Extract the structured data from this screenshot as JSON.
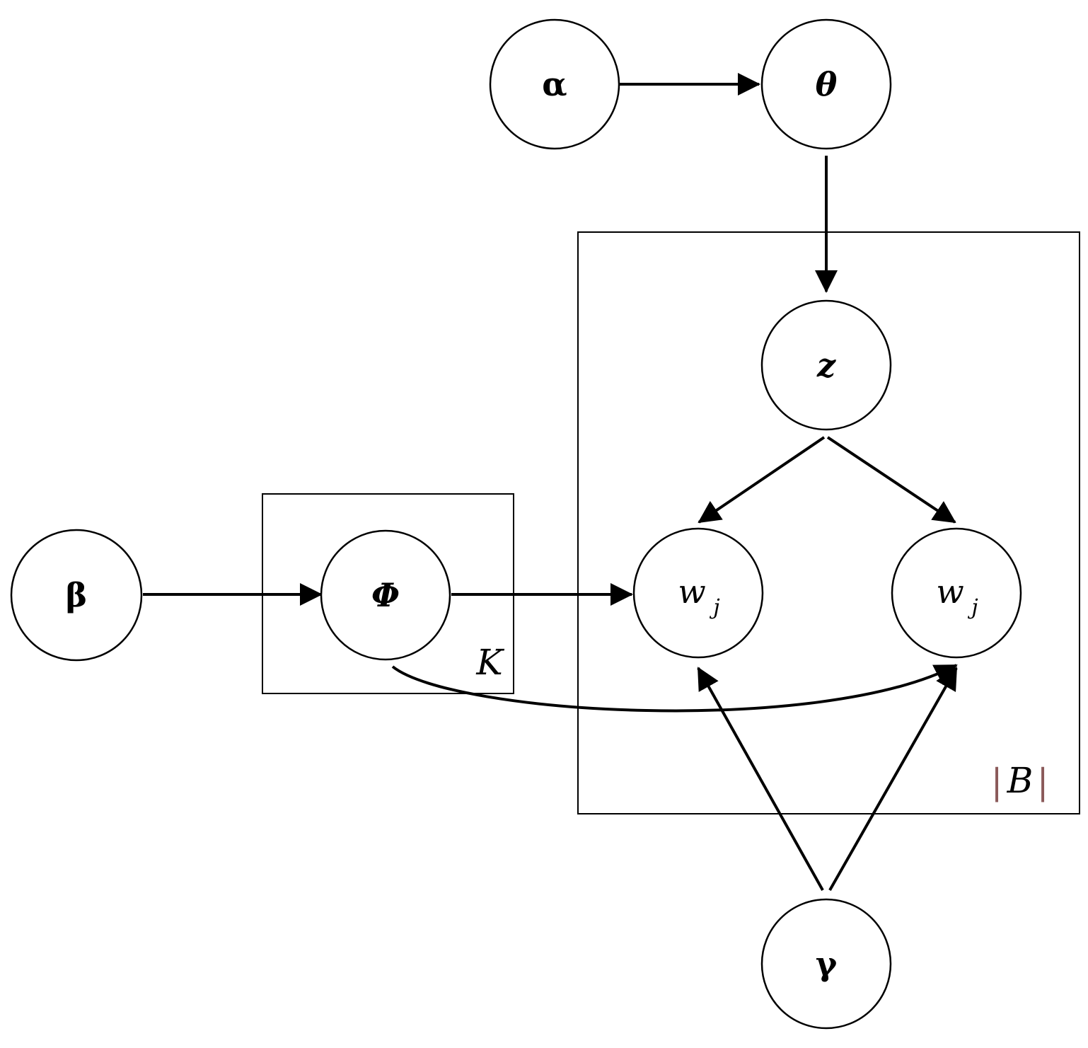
{
  "nodes": {
    "alpha": {
      "label": "α"
    },
    "theta": {
      "label": "θ"
    },
    "z": {
      "label": "z"
    },
    "beta": {
      "label": "β"
    },
    "phi": {
      "label": "Φ"
    },
    "w_left": {
      "label": "w",
      "subscript": "j"
    },
    "w_right": {
      "label": "w",
      "subscript": "j"
    },
    "gamma": {
      "label": "γ"
    }
  },
  "plates": {
    "topics": {
      "label": "K"
    },
    "biterms": {
      "bar_left": "|",
      "label": "B",
      "bar_right": "|"
    }
  },
  "colors": {
    "stroke": "#000000",
    "background": "#ffffff",
    "plate_bar": "#8b5a5a"
  }
}
